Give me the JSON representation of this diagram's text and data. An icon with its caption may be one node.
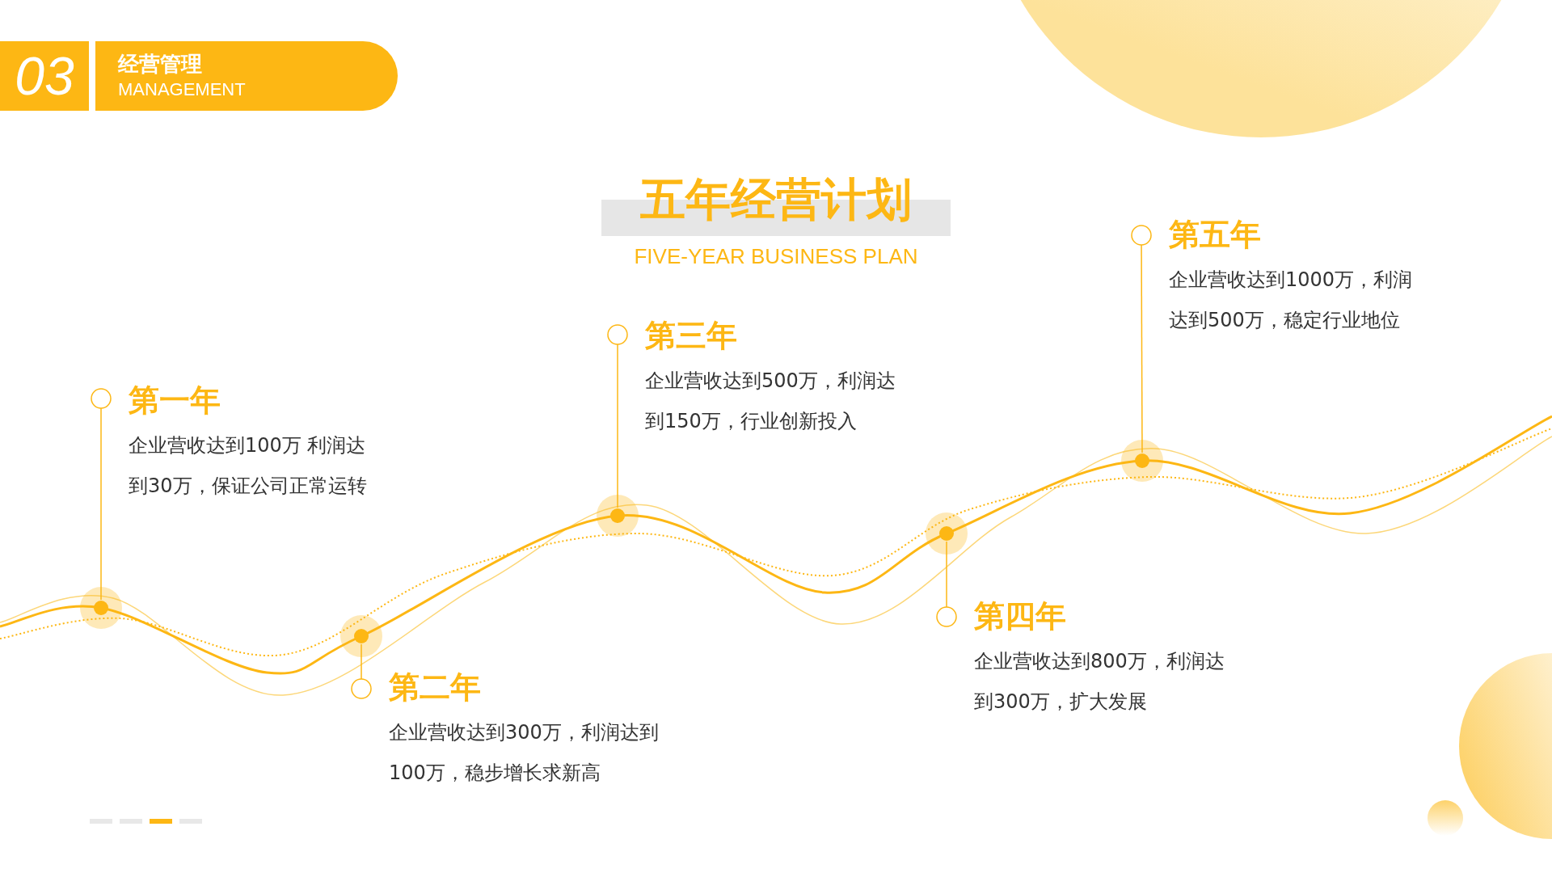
{
  "diagram": {
    "title": "五年经营计划",
    "nodes": [
      {
        "text": [],
        "shape": "circle"
      },
      {
        "text": [],
        "shape": "circle"
      },
      {
        "text": [],
        "shape": "circle"
      },
      {
        "text": [],
        "shape": "circle"
      },
      {
        "text": [],
        "shape": "circle"
      },
      {
        "text": [
          "第一年",
          "企业营收达到100万 利润达到30万，保证公司正常运转"
        ]
      },
      {
        "text": [
          "第二年",
          "企业营收达到300万，利润达到100万，稳步增长求新高"
        ]
      },
      {
        "text": [
          "第三年",
          "企业营收达到500万，利润达到150万，行业创新投入"
        ]
      },
      {
        "text": [
          "第四年",
          "企业营收达到800万，利润达到300万，扩大发展"
        ]
      },
      {
        "text": [
          "第五年",
          "企业营收达到1000万，利润达到500万，稳定行业地位"
        ]
      }
    ],
    "edges": [
      {
        "from": 0,
        "to": 5,
        "arrow": "other"
      },
      {
        "from": 1,
        "to": 6,
        "arrow": "other"
      },
      {
        "from": 2,
        "to": 7,
        "arrow": "other"
      },
      {
        "from": 3,
        "to": 8,
        "arrow": "other"
      },
      {
        "from": 4,
        "to": 9,
        "arrow": "other"
      }
    ],
    "labels": [
      "03",
      "经营管理",
      "MANAGEMENT",
      "FIVE-YEAR BUSINESS PLAN"
    ]
  }
}
